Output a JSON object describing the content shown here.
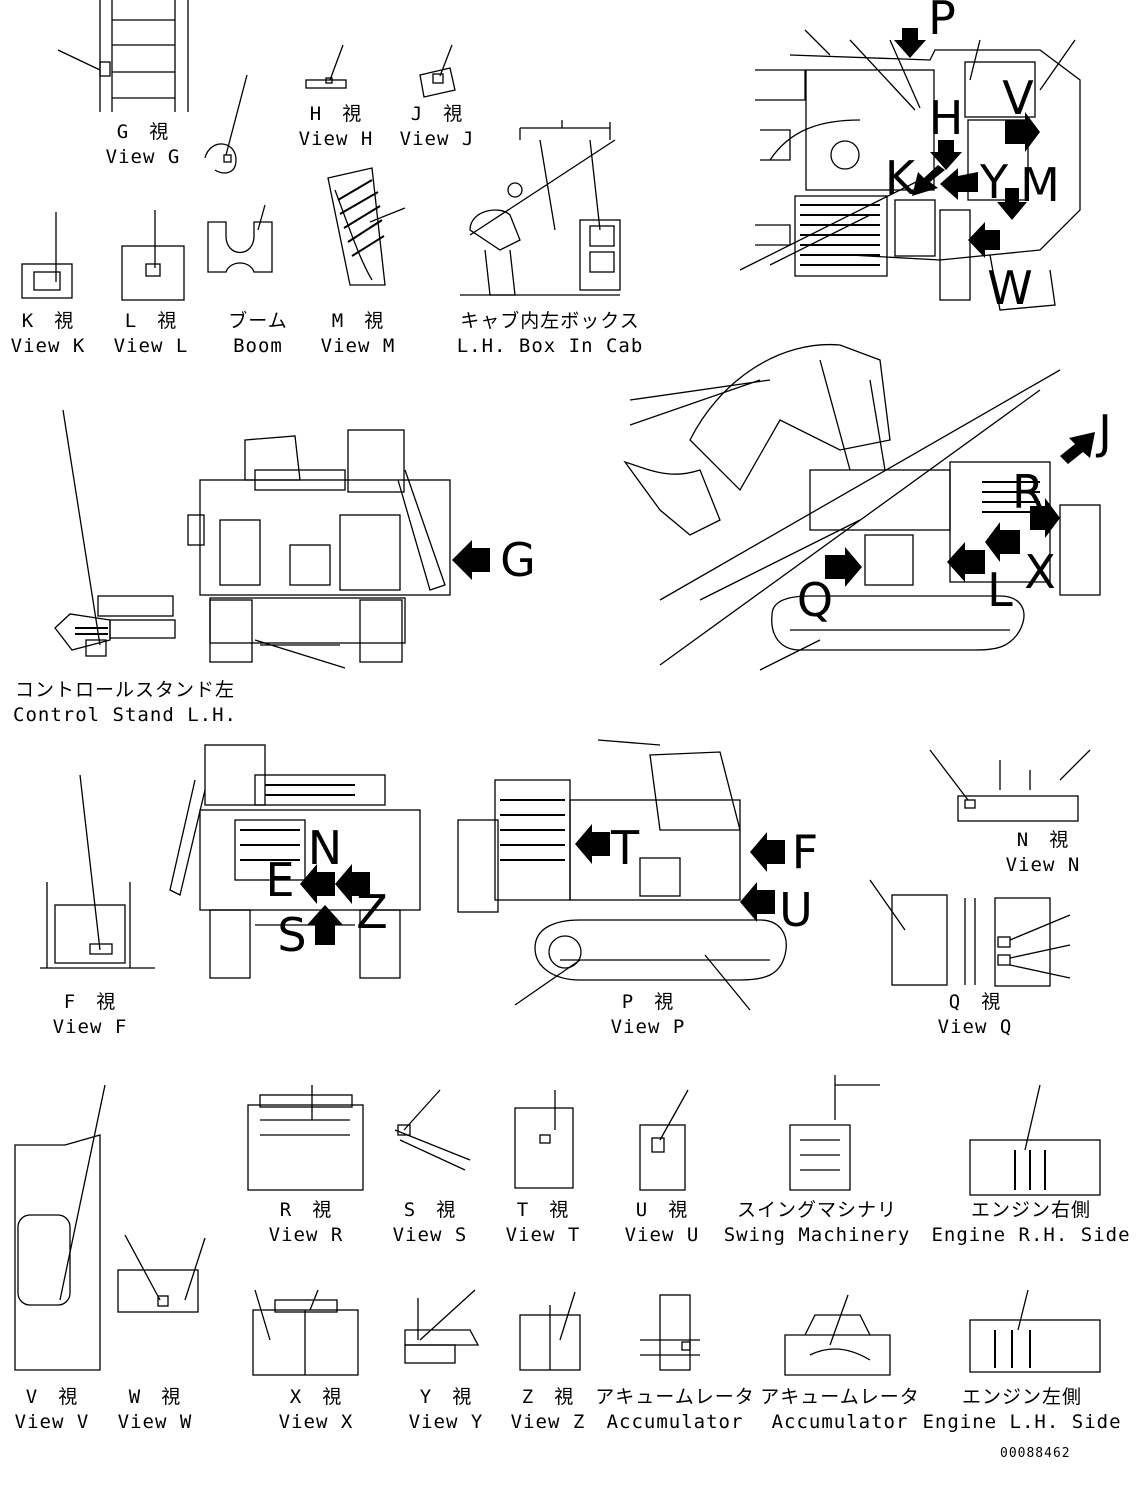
{
  "views": [
    {
      "id": "G",
      "jp": "G　視",
      "en": "View G"
    },
    {
      "id": "H",
      "jp": "H　視",
      "en": "View H"
    },
    {
      "id": "J",
      "jp": "J　視",
      "en": "View J"
    },
    {
      "id": "K",
      "jp": "K　視",
      "en": "View K"
    },
    {
      "id": "L",
      "jp": "L　視",
      "en": "View L"
    },
    {
      "id": "Boom",
      "jp": "ブーム",
      "en": "Boom"
    },
    {
      "id": "M",
      "jp": "M　視",
      "en": "View M"
    },
    {
      "id": "LHBox",
      "jp": "キャブ内左ボックス",
      "en": "L.H. Box In Cab"
    },
    {
      "id": "ControlStand",
      "jp": "コントロールスタンド左",
      "en": "Control Stand L.H."
    },
    {
      "id": "F",
      "jp": "F　視",
      "en": "View F"
    },
    {
      "id": "P",
      "jp": "P　視",
      "en": "View P"
    },
    {
      "id": "N",
      "jp": "N　視",
      "en": "View N"
    },
    {
      "id": "Q",
      "jp": "Q　視",
      "en": "View Q"
    },
    {
      "id": "R",
      "jp": "R　視",
      "en": "View R"
    },
    {
      "id": "S",
      "jp": "S　視",
      "en": "View S"
    },
    {
      "id": "T",
      "jp": "T　視",
      "en": "View T"
    },
    {
      "id": "U",
      "jp": "U　視",
      "en": "View U"
    },
    {
      "id": "Swing",
      "jp": "スイングマシナリ",
      "en": "Swing Machinery"
    },
    {
      "id": "EngRH",
      "jp": "エンジン右側",
      "en": "Engine R.H. Side"
    },
    {
      "id": "V",
      "jp": "V　視",
      "en": "View V"
    },
    {
      "id": "W",
      "jp": "W　視",
      "en": "View W"
    },
    {
      "id": "X",
      "jp": "X　視",
      "en": "View X"
    },
    {
      "id": "Y",
      "jp": "Y　視",
      "en": "View Y"
    },
    {
      "id": "Z",
      "jp": "Z　視",
      "en": "View Z"
    },
    {
      "id": "Acc1",
      "jp": "アキュームレータ",
      "en": "Accumulator"
    },
    {
      "id": "Acc2",
      "jp": "アキュームレータ",
      "en": "Accumulator"
    },
    {
      "id": "EngLH",
      "jp": "エンジン左側",
      "en": "Engine L.H. Side"
    }
  ],
  "markers": {
    "P": "P",
    "H": "H",
    "V": "V",
    "K": "K",
    "Y": "Y",
    "M": "M",
    "W": "W",
    "G": "G",
    "J": "J",
    "R": "R",
    "X": "X",
    "L": "L",
    "Q": "Q",
    "N": "N",
    "E": "E",
    "S": "S",
    "Z": "Z",
    "T": "T",
    "F": "F",
    "U": "U"
  },
  "doc_number": "00088462"
}
